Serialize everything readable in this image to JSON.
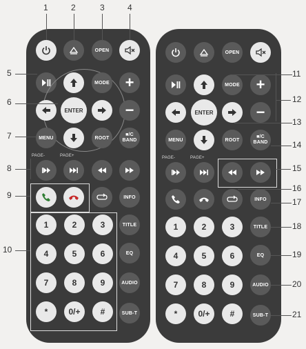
{
  "labels": [
    "1",
    "2",
    "3",
    "4",
    "5",
    "6",
    "7",
    "8",
    "9",
    "10",
    "11",
    "12",
    "13",
    "14",
    "15",
    "16",
    "17",
    "18",
    "19",
    "20",
    "21"
  ],
  "buttons": {
    "open": "OPEN",
    "mode": "MODE",
    "enter": "ENTER",
    "menu": "MENU",
    "root": "ROOT",
    "band": "■/C\nBAND",
    "info": "INFO",
    "title": "TITLE",
    "eq": "EQ",
    "audio": "AUDIO",
    "subt": "SUB-T",
    "plus": "+",
    "minus": "−",
    "page_minus": "PAGE-",
    "page_plus": "PAGE+",
    "keys": [
      "1",
      "2",
      "3",
      "4",
      "5",
      "6",
      "7",
      "8",
      "9",
      "*",
      "0/+",
      "#"
    ]
  }
}
